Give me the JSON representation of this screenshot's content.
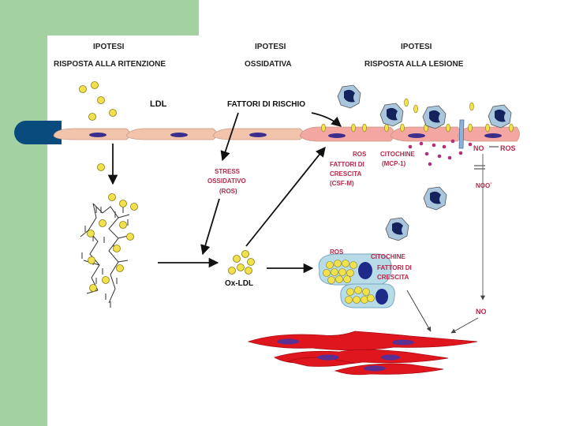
{
  "headers": {
    "retention_1": "IPOTESI",
    "retention_2": "RISPOSTA ALLA RITENZIONE",
    "oxidative_1": "IPOTESI",
    "oxidative_2": "OSSIDATIVA",
    "injury_1": "IPOTESI",
    "injury_2": "RISPOSTA ALLA LESIONE"
  },
  "labels": {
    "ldl": "LDL",
    "risk_factors": "FATTORI DI RISCHIO",
    "stress_1": "STRESS",
    "stress_2": "OSSIDATIVO",
    "stress_3": "(ROS)",
    "ox_ldl": "Ox-LDL",
    "ros_top": "ROS",
    "cytokines_top": "CITOCHINE",
    "mcp1": "(MCP-1)",
    "growth_factors_1": "FATTORI DI",
    "growth_factors_2": "CRESCITA",
    "csf_m": "(CSF-M)",
    "no_top": "NO",
    "ros_right": "ROS",
    "no_radical": "NOO",
    "no_radical_sup": "-",
    "ros_cell": "ROS",
    "cytokines_cell": "CITOCHINE",
    "growth_cell_1": "FATTORI DI",
    "growth_cell_2": "CRESCITA",
    "no_bottom": "NO"
  },
  "colors": {
    "side_bar": "#a4d1a2",
    "bullet": "#0a4b7e",
    "endothelium": "#f2c4ab",
    "endothelium_activated": "#f3a6a2",
    "nucleus": "#3b2e8c",
    "ldl_particle": "#f1e24b",
    "smooth_muscle": "#e0161e",
    "foam_cell": "#b7dce8",
    "cytokine_dot": "#b0307a",
    "label_red": "#b5294a"
  }
}
